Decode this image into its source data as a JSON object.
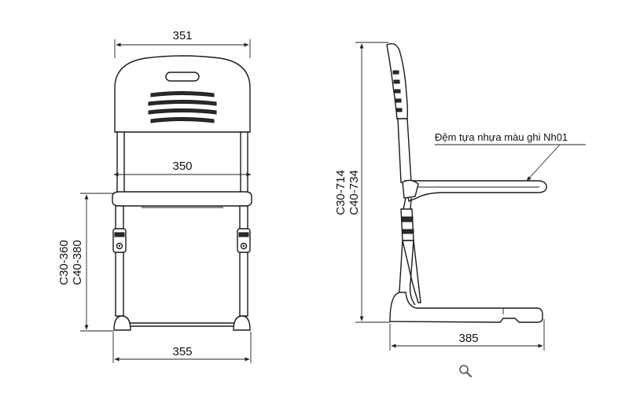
{
  "front_view": {
    "top_width": "351",
    "seat_width": "350",
    "base_width": "355",
    "height_line1": "C30-360",
    "height_line2": "C40-380"
  },
  "side_view": {
    "height_line1": "C30-714",
    "height_line2": "C40-734",
    "depth": "385",
    "annotation": "Đệm tựa nhựa màu ghi Nh01"
  },
  "toolbar": {
    "zoom_icon": "magnifier-icon"
  }
}
